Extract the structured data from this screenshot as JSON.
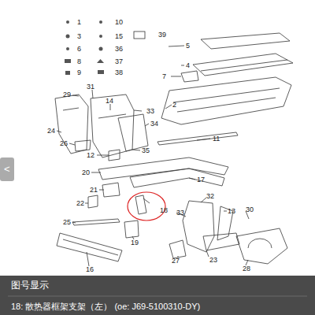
{
  "diagram": {
    "labels": [
      "1",
      "10",
      "3",
      "15",
      "39",
      "6",
      "36",
      "8",
      "37",
      "9",
      "38",
      "5",
      "4",
      "7",
      "31",
      "29",
      "14",
      "33",
      "2",
      "34",
      "11",
      "24",
      "26",
      "35",
      "12",
      "20",
      "17",
      "21",
      "22",
      "18",
      "32",
      "33",
      "13",
      "30",
      "25",
      "19",
      "27",
      "23",
      "28",
      "16",
      "<",
      "图号显示",
      "18: 散热器框架支架（左） (oe: J69-5100310-DY)"
    ]
  }
}
